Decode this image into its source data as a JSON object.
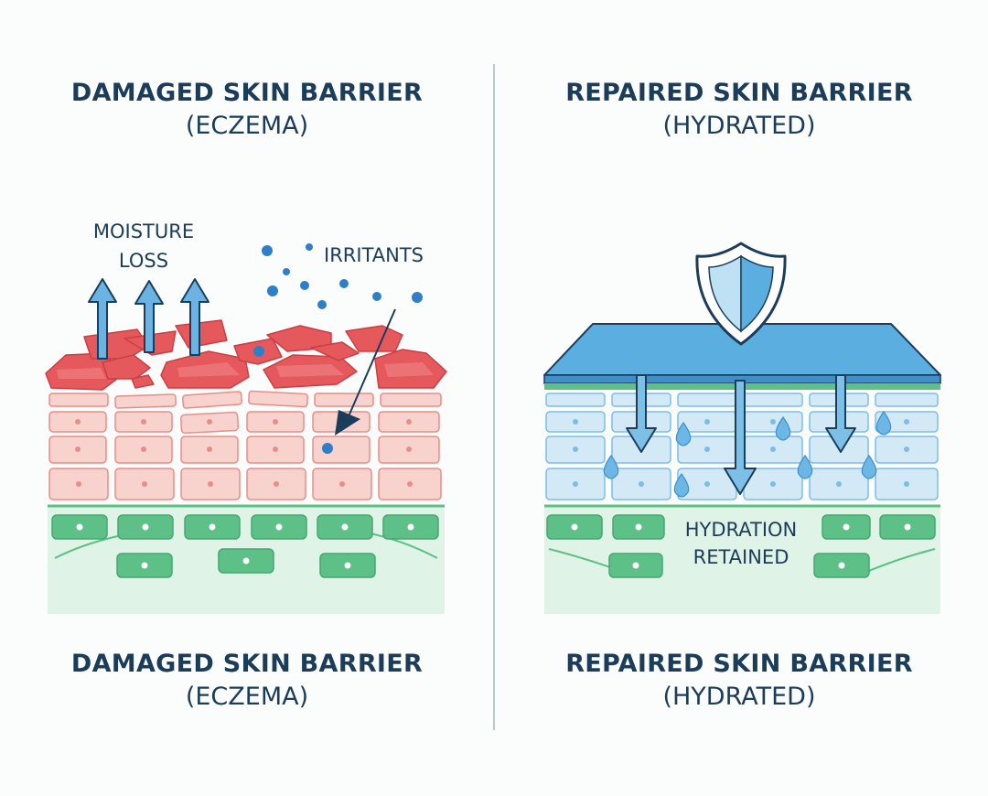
{
  "panels": {
    "left": {
      "title": "DAMAGED SKIN BARRIER",
      "subtitle": "(ECZEMA)",
      "labels": {
        "moisture_loss_line1": "MOISTURE",
        "moisture_loss_line2": "LOSS",
        "irritants": "IRRITANTS"
      }
    },
    "right": {
      "title": "REPAIRED SKIN BARRIER",
      "subtitle": "(HYDRATED)",
      "labels": {
        "hydration_line1": "HYDRATION",
        "hydration_line2": "RETAINED"
      }
    }
  },
  "colors": {
    "damaged_red": "#e5585c",
    "damaged_pink": "#f5c2bd",
    "repair_blue": "#5aa9dd",
    "repair_light": "#cfe9f6",
    "dermis_green": "#5cc087",
    "dermis_bg": "#dff3e6",
    "text_navy": "#1c3d5a"
  }
}
